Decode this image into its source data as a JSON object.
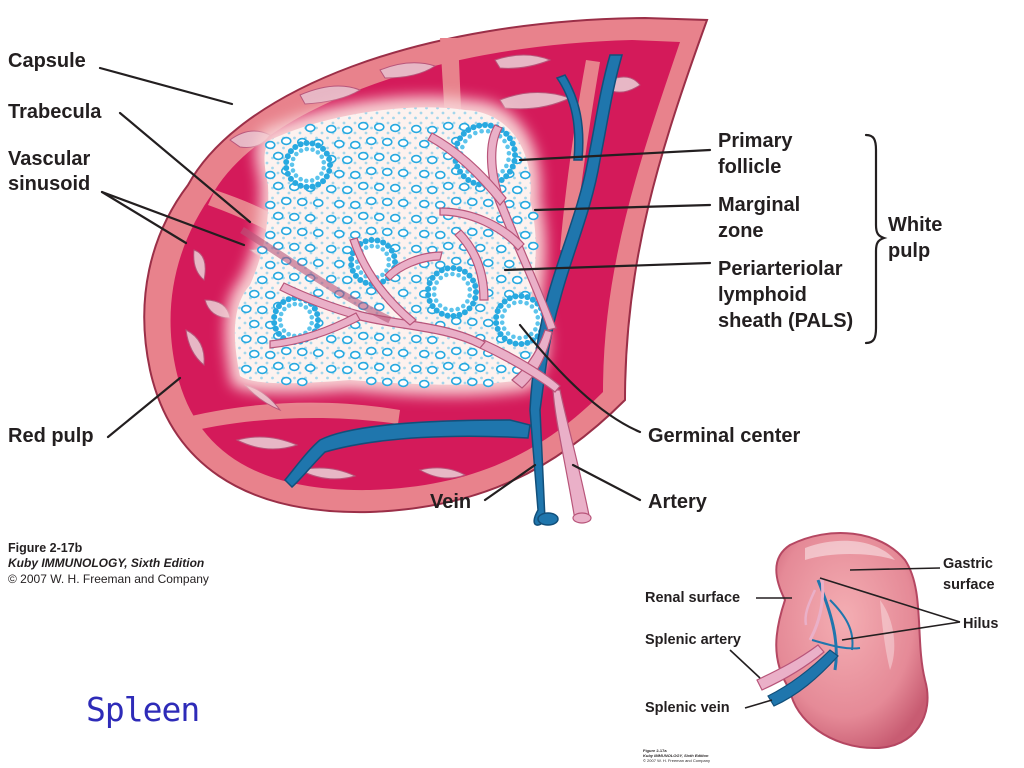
{
  "slide": {
    "title": "Spleen"
  },
  "main_figure": {
    "labels": {
      "capsule": "Capsule",
      "trabecula": "Trabecula",
      "vascular_1": "Vascular",
      "vascular_2": "sinusoid",
      "primary_1": "Primary",
      "primary_2": "follicle",
      "marginal_1": "Marginal",
      "marginal_2": "zone",
      "pals_1": "Periarteriolar",
      "pals_2": "lymphoid",
      "pals_3": "sheath (PALS)",
      "white_1": "White",
      "white_2": "pulp",
      "red_pulp": "Red pulp",
      "germinal": "Germinal center",
      "vein": "Vein",
      "artery": "Artery"
    },
    "caption": {
      "title": "Figure 2-17b",
      "book": "Kuby IMMUNOLOGY, Sixth Edition",
      "copyright": "© 2007 W. H. Freeman and Company"
    }
  },
  "inset_figure": {
    "labels": {
      "gastric_1": "Gastric",
      "gastric_2": "surface",
      "renal": "Renal surface",
      "hilus": "Hilus",
      "splenic_artery": "Splenic artery",
      "splenic_vein": "Splenic vein"
    },
    "caption": {
      "title": "Figure 2-17a",
      "book": "Kuby IMMUNOLOGY, Sixth Edition",
      "copyright": "© 2007 W. H. Freeman and Company"
    }
  },
  "colors": {
    "capsule": "#e8828c",
    "red_pulp": "#d41a5a",
    "trabecula": "#e7b7c5",
    "white_pulp": "#fdf2ef",
    "halo": "#f7cfd2",
    "lymphocyte": "#28a9e0",
    "vein": "#1f76ad",
    "artery": "#eab0c8",
    "title": "#2e2bb8"
  }
}
